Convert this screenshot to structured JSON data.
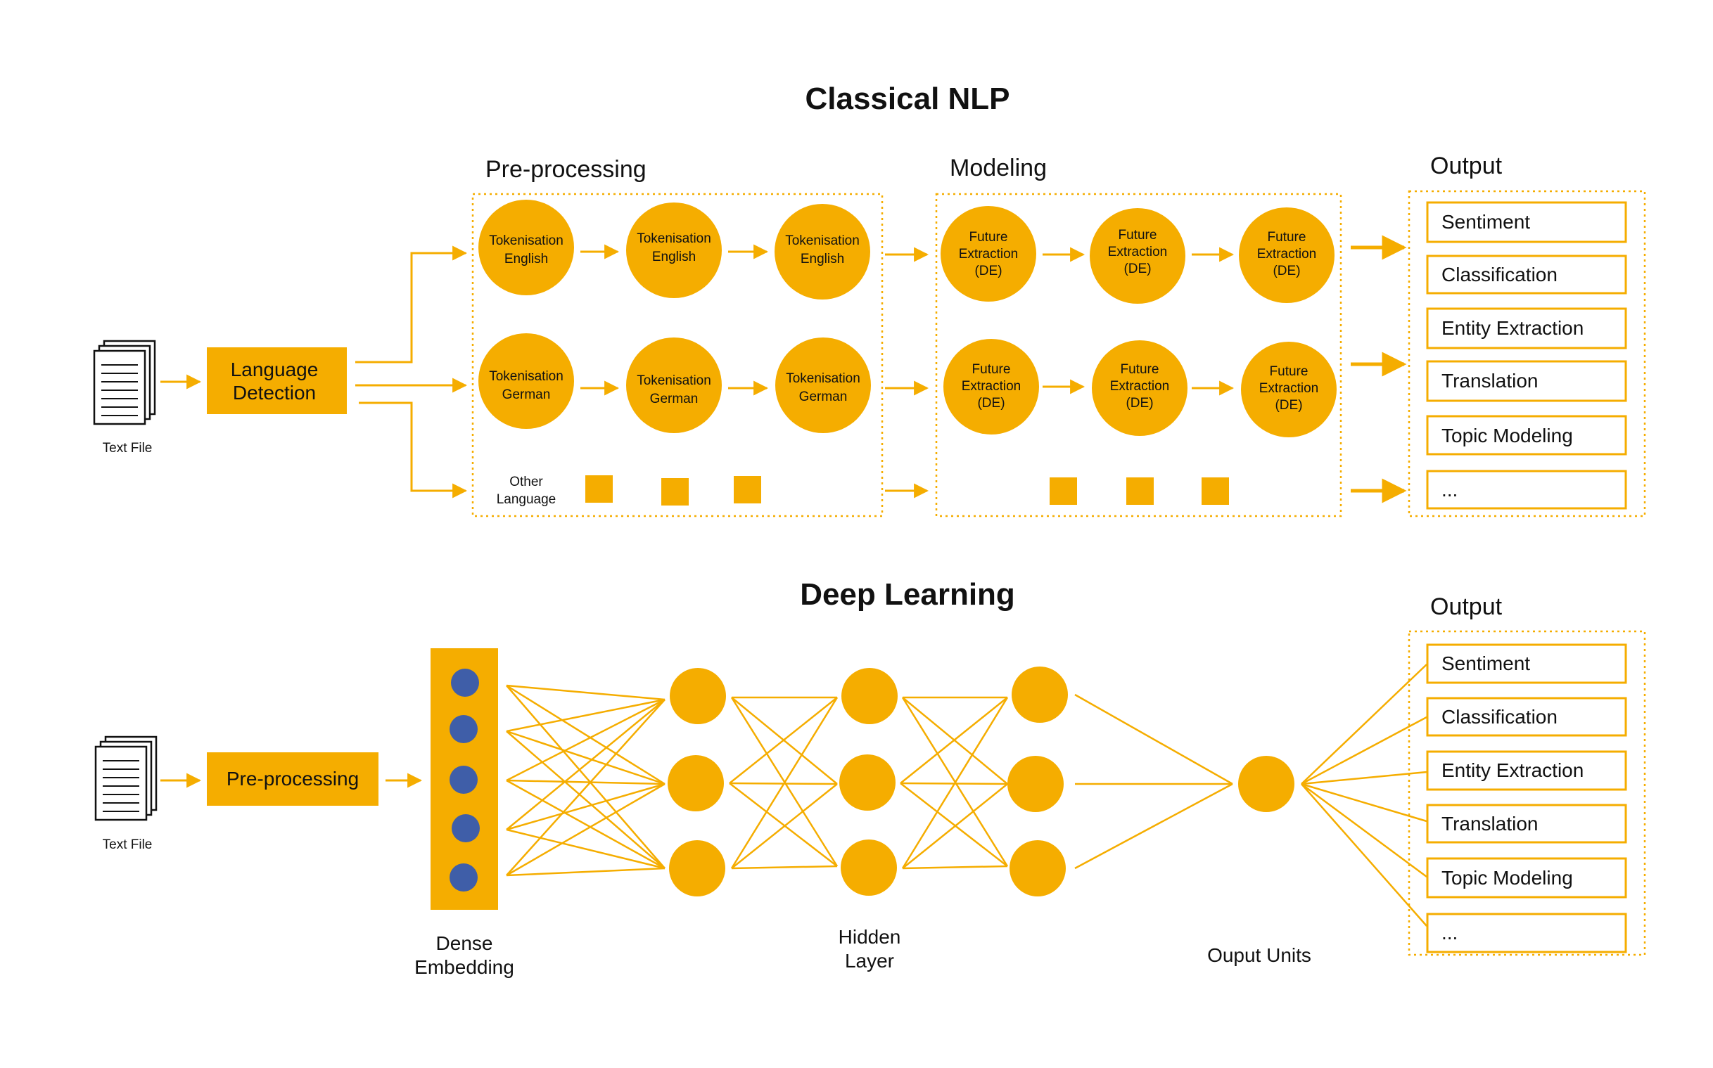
{
  "colors": {
    "accent": "#f5ad00",
    "neuron_inner": "#3f5ea8",
    "text": "#111111",
    "background": "#ffffff"
  },
  "classical": {
    "title": "Classical NLP",
    "input_label": "Text File",
    "language_detection": [
      "Language",
      "Detection"
    ],
    "preprocessing_label": "Pre-processing",
    "modeling_label": "Modeling",
    "output_label": "Output",
    "english_tokens": [
      [
        "Tokenisation",
        "English"
      ],
      [
        "Tokenisation",
        "English"
      ],
      [
        "Tokenisation",
        "English"
      ]
    ],
    "german_tokens": [
      [
        "Tokenisation",
        "German"
      ],
      [
        "Tokenisation",
        "German"
      ],
      [
        "Tokenisation",
        "German"
      ]
    ],
    "other_language": [
      "Other",
      "Language"
    ],
    "feature_row1": [
      [
        "Future",
        "Extraction",
        "(DE)"
      ],
      [
        "Future",
        "Extraction",
        "(DE)"
      ],
      [
        "Future",
        "Extraction",
        "(DE)"
      ]
    ],
    "feature_row2": [
      [
        "Future",
        "Extraction",
        "(DE)"
      ],
      [
        "Future",
        "Extraction",
        "(DE)"
      ],
      [
        "Future",
        "Extraction",
        "(DE)"
      ]
    ],
    "outputs": [
      "Sentiment",
      "Classification",
      "Entity Extraction",
      "Translation",
      "Topic Modeling",
      "..."
    ]
  },
  "deep": {
    "title": "Deep Learning",
    "input_label": "Text File",
    "preprocessing_label": "Pre-processing",
    "embedding_label": [
      "Dense",
      "Embedding"
    ],
    "hidden_label": [
      "Hidden",
      "Layer"
    ],
    "output_units_label": "Ouput Units",
    "output_label": "Output",
    "outputs": [
      "Sentiment",
      "Classification",
      "Entity Extraction",
      "Translation",
      "Topic Modeling",
      "..."
    ]
  }
}
